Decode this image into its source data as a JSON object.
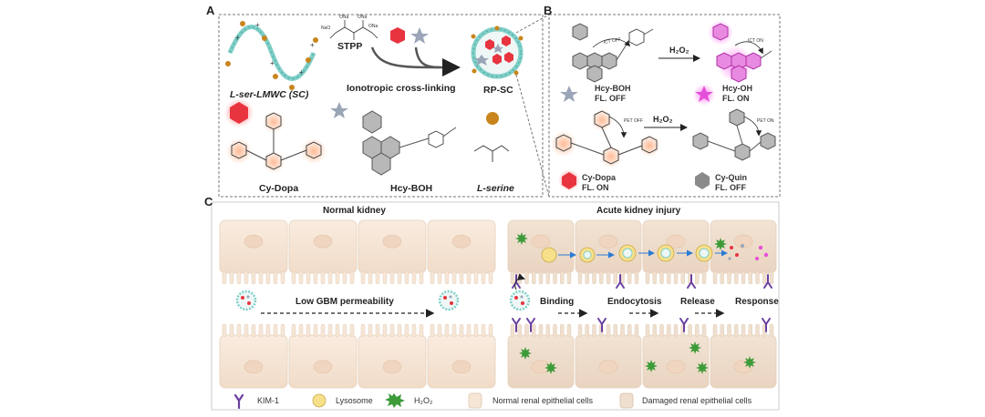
{
  "panel_a": {
    "letter": "A",
    "sc_label": "L-ser-LMWC (SC)",
    "stpp_label": "STPP",
    "crosslink_label": "Ionotropic cross-linking",
    "rpsc_label": "RP-SC",
    "cydopa_label": "Cy-Dopa",
    "hcyboh_label": "Hcy-BOH",
    "serine_label": "L-serine",
    "stpp_atoms": [
      "ONa",
      "ONa",
      "ONa",
      "NaO",
      "O",
      "O",
      "O",
      "ONa",
      "ONa",
      "O"
    ]
  },
  "panel_b": {
    "letter": "B",
    "h2o2_top": "H₂O₂",
    "h2o2_bottom": "H₂O₂",
    "ict_off": "ICT OFF",
    "ict_on": "ICT ON",
    "pet_off": "PET OFF",
    "pet_on": "PET ON",
    "hcyboh_name": "Hcy-BOH",
    "hcyboh_state": "FL. OFF",
    "hcyoh_name": "Hcy-OH",
    "hcyoh_state": "FL. ON",
    "cydopa_name": "Cy-Dopa",
    "cydopa_state": "FL. ON",
    "cyquin_name": "Cy-Quin",
    "cyquin_state": "FL. OFF"
  },
  "panel_c": {
    "letter": "C",
    "normal_title": "Normal kidney",
    "aki_title": "Acute kidney injury",
    "low_gbm": "Low GBM permeability",
    "steps": [
      "Binding",
      "Endocytosis",
      "Release",
      "Response"
    ]
  },
  "legend": {
    "kim1": "KIM-1",
    "lysosome": "Lysosome",
    "h2o2": "H₂O₂",
    "normal_cells": "Normal renal epithelial cells",
    "damaged_cells": "Damaged renal epithelial cells"
  },
  "colors": {
    "chitosan": "#7fcfc8",
    "hexagon_red": "#e8343f",
    "star_gray": "#9aa5b8",
    "star_pink": "#e64fd8",
    "orange_dot": "#c9851c",
    "cell_normal": "#f6e6d6",
    "cell_damaged": "#efdfcf",
    "kim1_purple": "#6a3fa0",
    "lysosome_yellow": "#f7e08a",
    "h2o2_green": "#3e9b3a",
    "panel_border": "#777777"
  }
}
